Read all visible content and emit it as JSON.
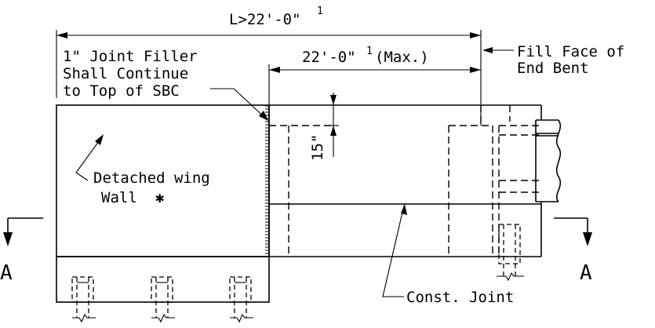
{
  "dimensions": {
    "overall_length": "L>22'-0\"",
    "overall_length_note": "1",
    "max_length": "22'-0\"",
    "max_length_note": "1",
    "max_suffix": "(Max.)",
    "joint_depth": "15\""
  },
  "labels": {
    "fill_face_line1": "Fill Face of",
    "fill_face_line2": "End Bent",
    "joint_filler_line1": "1\" Joint Filler",
    "joint_filler_line2": "Shall Continue",
    "joint_filler_line3": "to Top of SBC",
    "wing_wall_line1": "Detached wing",
    "wing_wall_line2": "Wall",
    "wing_wall_symbol": "✱",
    "const_joint": "Const. Joint"
  },
  "section_marks": {
    "left": "A",
    "right": "A"
  }
}
